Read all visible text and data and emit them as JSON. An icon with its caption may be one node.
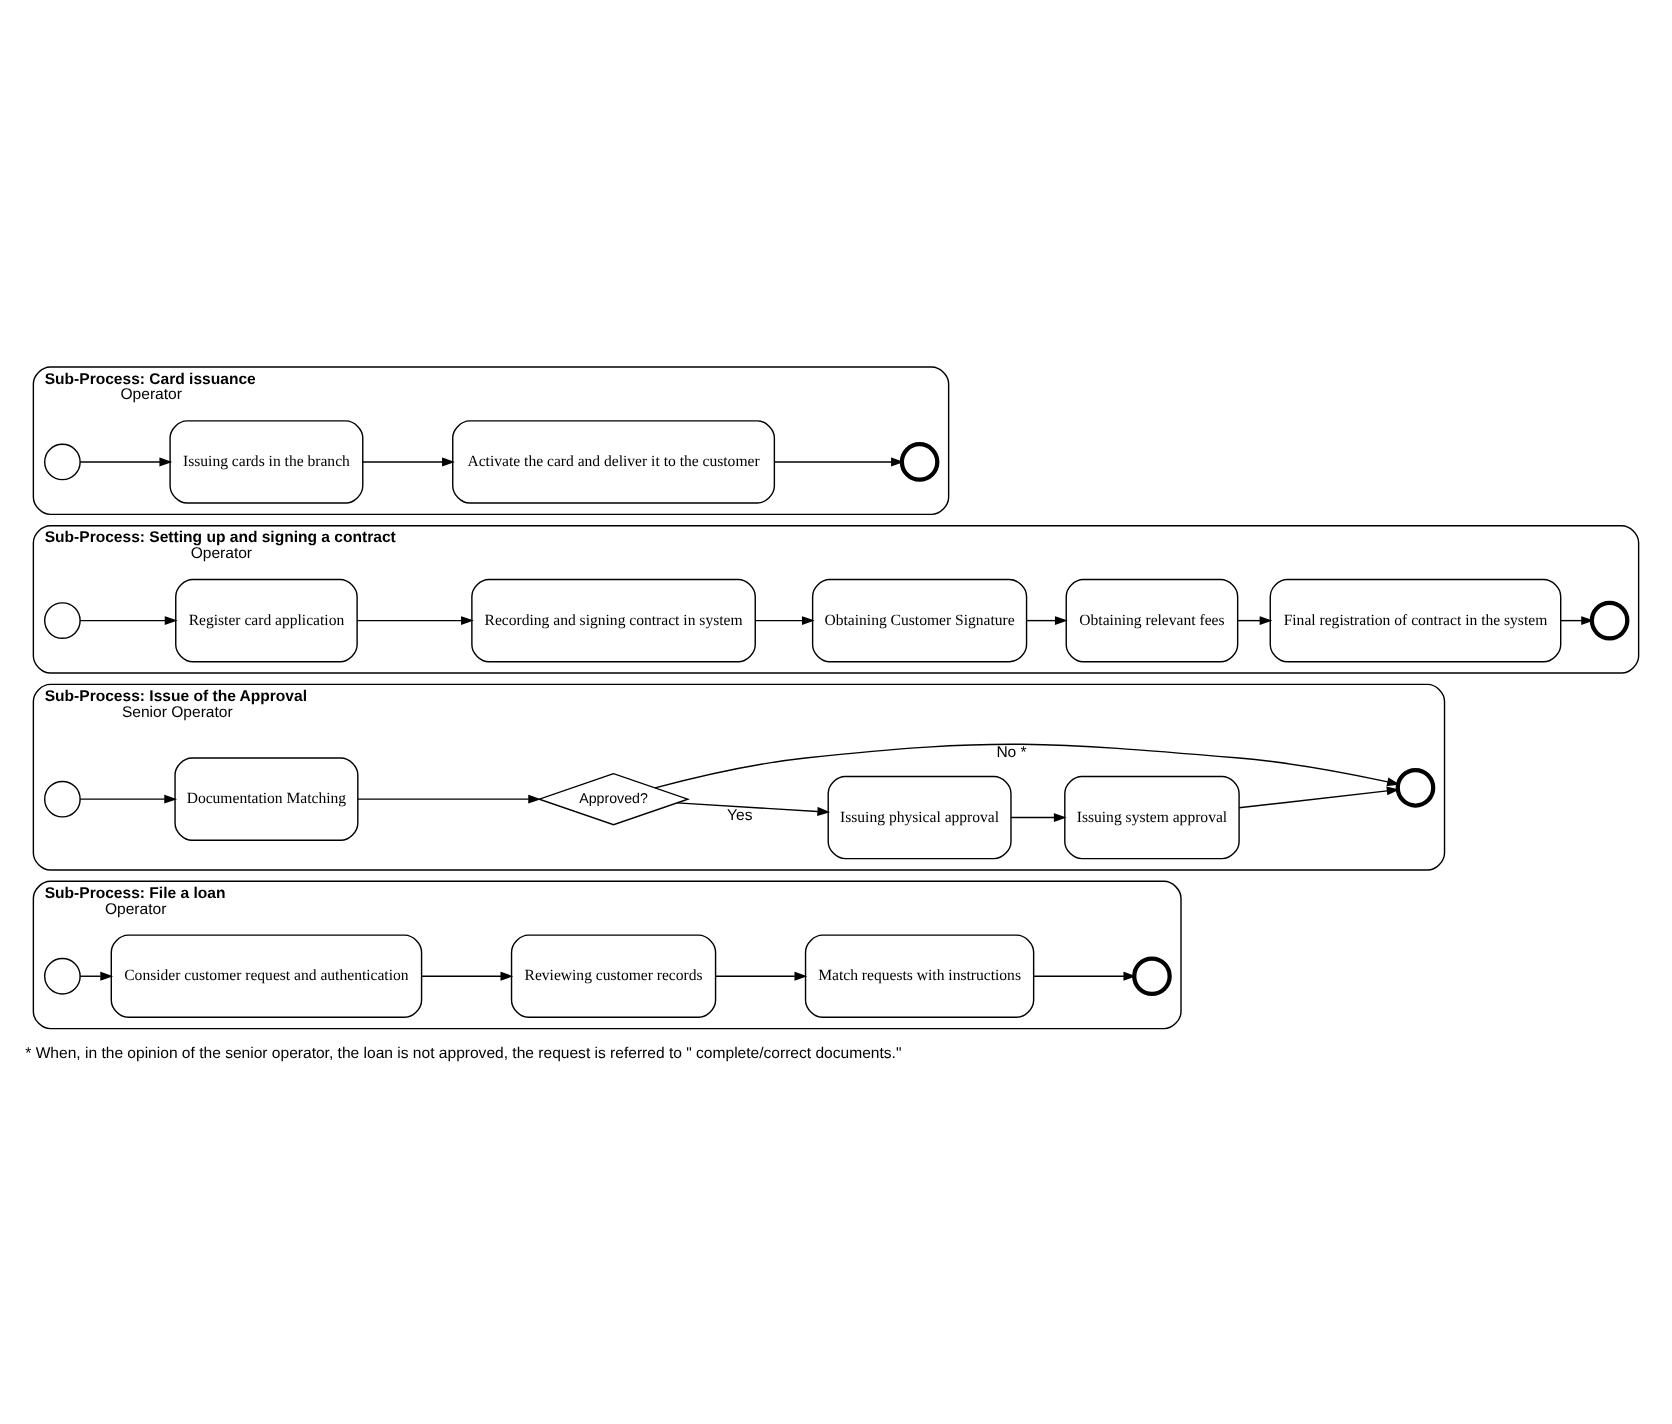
{
  "diagram": {
    "caption": "* When, in the opinion of the senior operator, the loan is not approved, the request is referred to \" complete/correct documents.\"",
    "nodes": [
      {
        "text": [
          "Sub-Process: File a loan",
          "Operator"
        ]
      },
      {
        "text": [],
        "shape": "circle",
        "in": 0
      },
      {
        "text": [
          "Consider customer request and authentication"
        ],
        "in": 0
      },
      {
        "text": [
          "Reviewing customer records"
        ],
        "in": 0
      },
      {
        "text": [
          "Match requests with instructions"
        ],
        "in": 0
      },
      {
        "text": [],
        "shape": "circle",
        "in": 0
      },
      {
        "text": [
          "Sub-Process: Issue of the Approval",
          "Senior Operator"
        ]
      },
      {
        "text": [],
        "shape": "circle",
        "in": 6
      },
      {
        "text": [
          "Documentation Matching"
        ],
        "in": 6
      },
      {
        "text": [
          "Approved?"
        ],
        "in": 6
      },
      {
        "text": [
          "Issuing physical approval"
        ],
        "in": 6
      },
      {
        "text": [
          "Issuing system approval"
        ],
        "in": 6
      },
      {
        "text": [],
        "shape": "circle",
        "in": 6
      },
      {
        "text": [
          "Sub-Process: Setting up and signing a contract",
          "Operator"
        ]
      },
      {
        "text": [],
        "shape": "circle",
        "in": 13
      },
      {
        "text": [
          "Register card application"
        ],
        "in": 13
      },
      {
        "text": [
          "Recording and signing contract in system"
        ],
        "in": 13
      },
      {
        "text": [
          "Obtaining Customer Signature"
        ],
        "in": 13
      },
      {
        "text": [
          "Obtaining relevant fees"
        ],
        "in": 13
      },
      {
        "text": [
          "Final registration of contract in the system"
        ],
        "in": 13
      },
      {
        "text": [],
        "shape": "circle",
        "in": 13
      },
      {
        "text": [
          "Sub-Process: Card issuance",
          "Operator"
        ]
      },
      {
        "text": [],
        "shape": "circle",
        "in": 21
      },
      {
        "text": [
          "Issuing cards in the branch"
        ],
        "in": 21
      },
      {
        "text": [
          "Activate the card and deliver it to the customer"
        ],
        "in": 21
      },
      {
        "text": [],
        "shape": "circle",
        "in": 21
      }
    ],
    "edges": [
      {
        "from": 1,
        "to": 2,
        "arrow": "to"
      },
      {
        "from": 2,
        "to": 3,
        "arrow": "to"
      },
      {
        "from": 3,
        "to": 4,
        "arrow": "to"
      },
      {
        "from": 4,
        "to": 5,
        "arrow": "to"
      },
      {
        "from": 7,
        "to": 8,
        "arrow": "to"
      },
      {
        "from": 8,
        "to": 9,
        "arrow": "to"
      },
      {
        "from": 9,
        "to": 10,
        "label": "Yes",
        "arrow": "to"
      },
      {
        "from": 10,
        "to": 11,
        "arrow": "to"
      },
      {
        "from": 11,
        "to": 12,
        "arrow": "to"
      },
      {
        "from": 9,
        "to": 12,
        "label": "No *",
        "arrow": "to"
      },
      {
        "from": 14,
        "to": 15,
        "arrow": "to"
      },
      {
        "from": 15,
        "to": 16,
        "arrow": "to"
      },
      {
        "from": 16,
        "to": 17,
        "arrow": "to"
      },
      {
        "from": 17,
        "to": 18,
        "arrow": "to"
      },
      {
        "from": 18,
        "to": 19,
        "arrow": "to"
      },
      {
        "from": 19,
        "to": 20,
        "arrow": "to"
      },
      {
        "from": 22,
        "to": 23,
        "arrow": "to"
      },
      {
        "from": 23,
        "to": 24,
        "arrow": "to"
      },
      {
        "from": 24,
        "to": 25,
        "arrow": "to"
      }
    ]
  }
}
